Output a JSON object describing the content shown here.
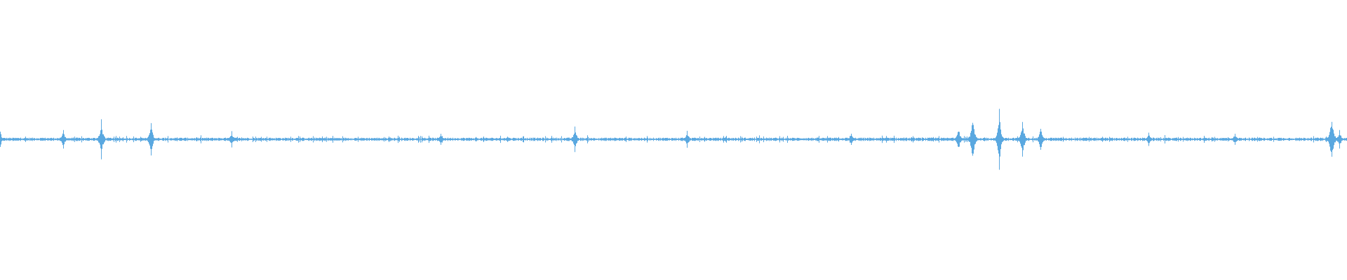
{
  "waveform": {
    "color": "#5aa8e0",
    "background": "#ffffff",
    "baseline_amplitude": 0.012,
    "noise_amplitude": 0.018,
    "events": [
      {
        "t": 0.0,
        "amp": 0.06
      },
      {
        "t": 0.047,
        "amp": 0.08
      },
      {
        "t": 0.075,
        "amp": 0.16
      },
      {
        "t": 0.112,
        "amp": 0.13
      },
      {
        "t": 0.172,
        "amp": 0.06
      },
      {
        "t": 0.327,
        "amp": 0.06
      },
      {
        "t": 0.377,
        "amp": 0.03
      },
      {
        "t": 0.427,
        "amp": 0.1
      },
      {
        "t": 0.51,
        "amp": 0.07
      },
      {
        "t": 0.632,
        "amp": 0.04
      },
      {
        "t": 0.712,
        "amp": 0.09
      },
      {
        "t": 0.722,
        "amp": 0.21
      },
      {
        "t": 0.742,
        "amp": 0.22
      },
      {
        "t": 0.759,
        "amp": 0.17
      },
      {
        "t": 0.773,
        "amp": 0.11
      },
      {
        "t": 0.853,
        "amp": 0.06
      },
      {
        "t": 0.917,
        "amp": 0.05
      },
      {
        "t": 0.989,
        "amp": 0.22
      },
      {
        "t": 0.995,
        "amp": 0.07
      }
    ]
  }
}
